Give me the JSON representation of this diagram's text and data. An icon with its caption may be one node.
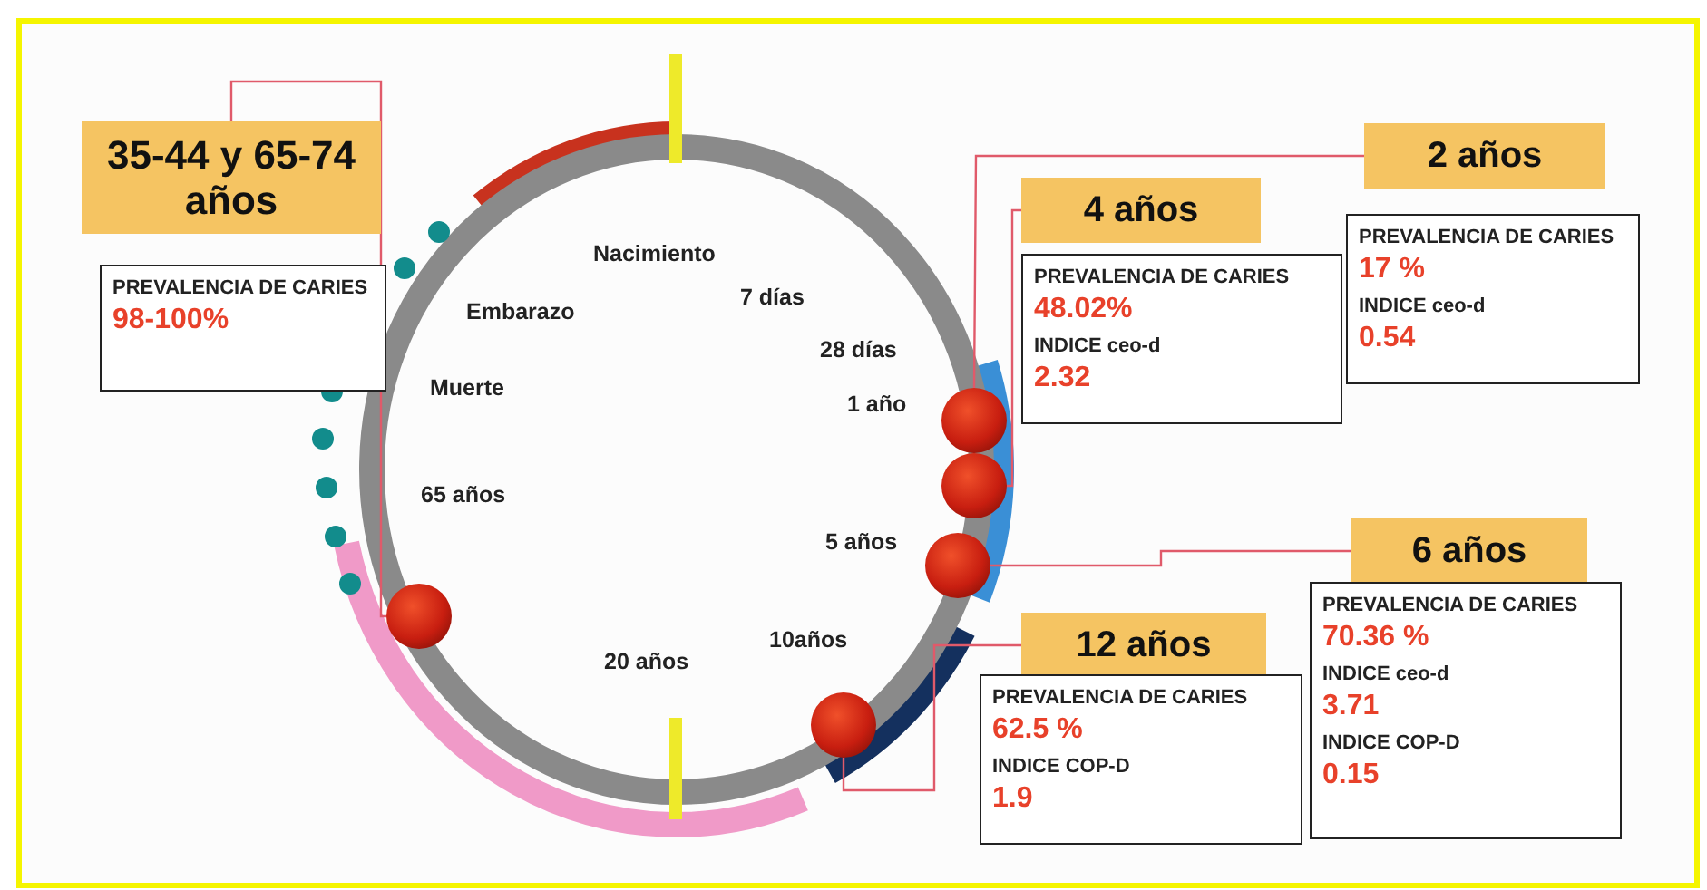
{
  "diagram": {
    "nodes": [
      {
        "text": [
          "35-44 y 65-74 años"
        ]
      },
      {
        "text": [
          "PREVALENCIA DE CARIES",
          "98-100%"
        ]
      },
      {
        "text": [
          "2 años"
        ]
      },
      {
        "text": [
          "PREVALENCIA DE CARIES",
          "17 %",
          "INDICE ceo-d",
          "0.54"
        ]
      },
      {
        "text": [
          "4 años"
        ]
      },
      {
        "text": [
          "PREVALENCIA DE CARIES",
          "48.02%",
          "INDICE ceo-d",
          "2.32"
        ]
      },
      {
        "text": [
          "6 años"
        ]
      },
      {
        "text": [
          "PREVALENCIA DE CARIES",
          "70.36 %",
          "INDICE ceo-d",
          "3.71",
          "INDICE COP-D",
          "0.15"
        ]
      },
      {
        "text": [
          "12 años"
        ]
      },
      {
        "text": [
          "PREVALENCIA DE CARIES",
          "62.5 %",
          "INDICE COP-D",
          "1.9"
        ]
      },
      {
        "text": [],
        "shape": "circle"
      },
      {
        "text": [],
        "shape": "circle"
      },
      {
        "text": [],
        "shape": "circle"
      },
      {
        "text": [],
        "shape": "circle"
      },
      {
        "text": [],
        "shape": "circle"
      }
    ],
    "edges": [
      {
        "from": 0,
        "to": 13,
        "arrow": "none"
      },
      {
        "from": 2,
        "to": 10,
        "arrow": "none"
      },
      {
        "from": 4,
        "to": 11,
        "arrow": "none"
      },
      {
        "from": 6,
        "to": 12,
        "arrow": "none"
      },
      {
        "from": 8,
        "to": 14,
        "arrow": "none"
      }
    ],
    "labels": [
      "Nacimiento",
      "Embarazo",
      "7 días",
      "28 días",
      "1 año",
      "Muerte",
      "65 años",
      "5 años",
      "10años",
      "20 años"
    ]
  }
}
